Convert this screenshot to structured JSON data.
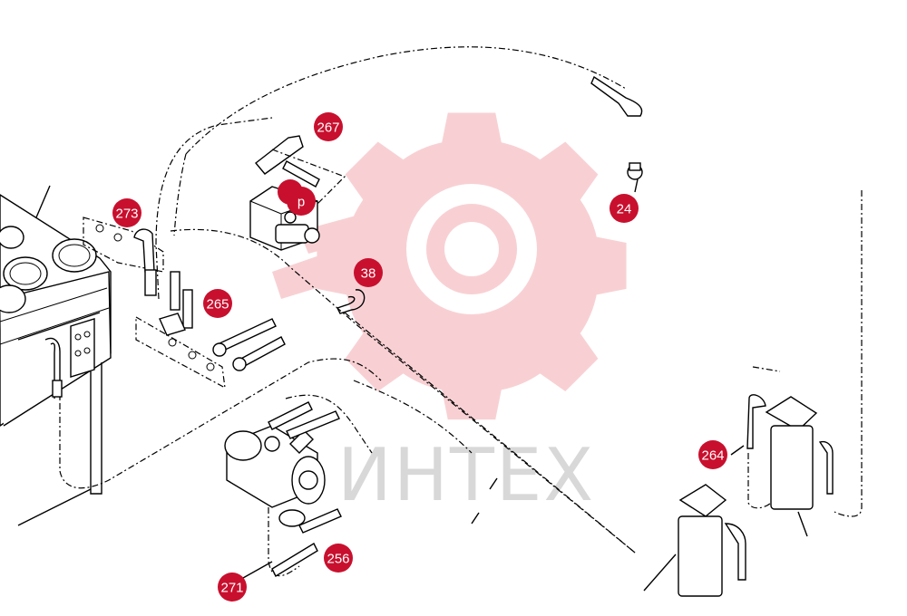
{
  "watermark": {
    "text": "ИНТЕХ",
    "color": "#f2b8bd"
  },
  "accent_color": "#c8102e",
  "callouts": [
    {
      "id": "c267",
      "label": "267"
    },
    {
      "id": "cp",
      "label": "p"
    },
    {
      "id": "c24",
      "label": "24"
    },
    {
      "id": "c273",
      "label": "273"
    },
    {
      "id": "c38",
      "label": "38"
    },
    {
      "id": "c265",
      "label": "265"
    },
    {
      "id": "c264",
      "label": "264"
    },
    {
      "id": "c256",
      "label": "256"
    },
    {
      "id": "c271",
      "label": "271"
    }
  ]
}
